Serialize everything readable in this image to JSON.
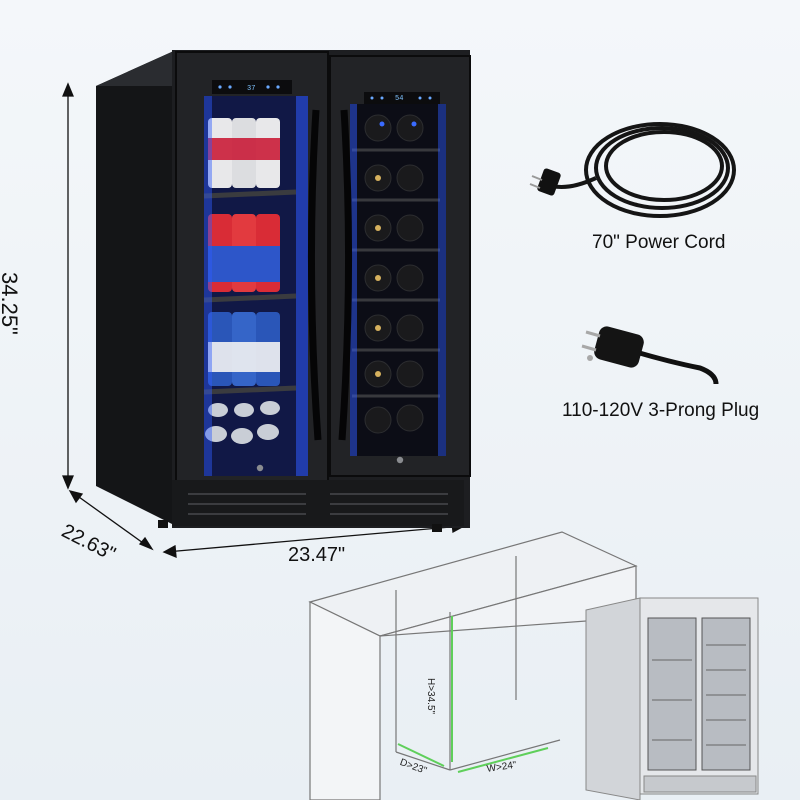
{
  "dimensions": {
    "height": "34.25\"",
    "depth": "22.63\"",
    "width": "23.47\""
  },
  "accessories": {
    "power_cord": "70\" Power Cord",
    "plug": "110-120V 3-Prong Plug"
  },
  "installation": {
    "height_req": "H>34.5\"",
    "depth_req": "D>23\"",
    "width_req": "W>24\""
  },
  "displays": {
    "left": "37",
    "right": "54"
  },
  "colors": {
    "cabinet": "#1b1c1f",
    "interior_light": "#2f5bff",
    "guide_green": "#5fcf5a"
  }
}
